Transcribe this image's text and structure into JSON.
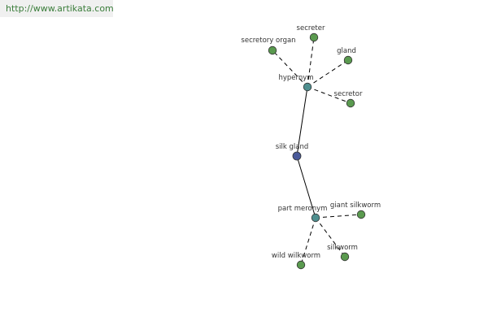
{
  "site_url": "http://www.artikata.com",
  "colors": {
    "leaf": "#5a9a4f",
    "relation": "#4f8f8f",
    "center": "#4a5a9a",
    "url_text": "#3a7d3a"
  },
  "center": {
    "label": "silk gland"
  },
  "relations": [
    {
      "label": "hypernym",
      "children": [
        {
          "label": "secretory organ"
        },
        {
          "label": "secreter"
        },
        {
          "label": "gland"
        },
        {
          "label": "secretor"
        }
      ]
    },
    {
      "label": "part meronym",
      "children": [
        {
          "label": "giant silkworm"
        },
        {
          "label": "silkworm"
        },
        {
          "label": "wild wilkworm"
        }
      ]
    }
  ]
}
